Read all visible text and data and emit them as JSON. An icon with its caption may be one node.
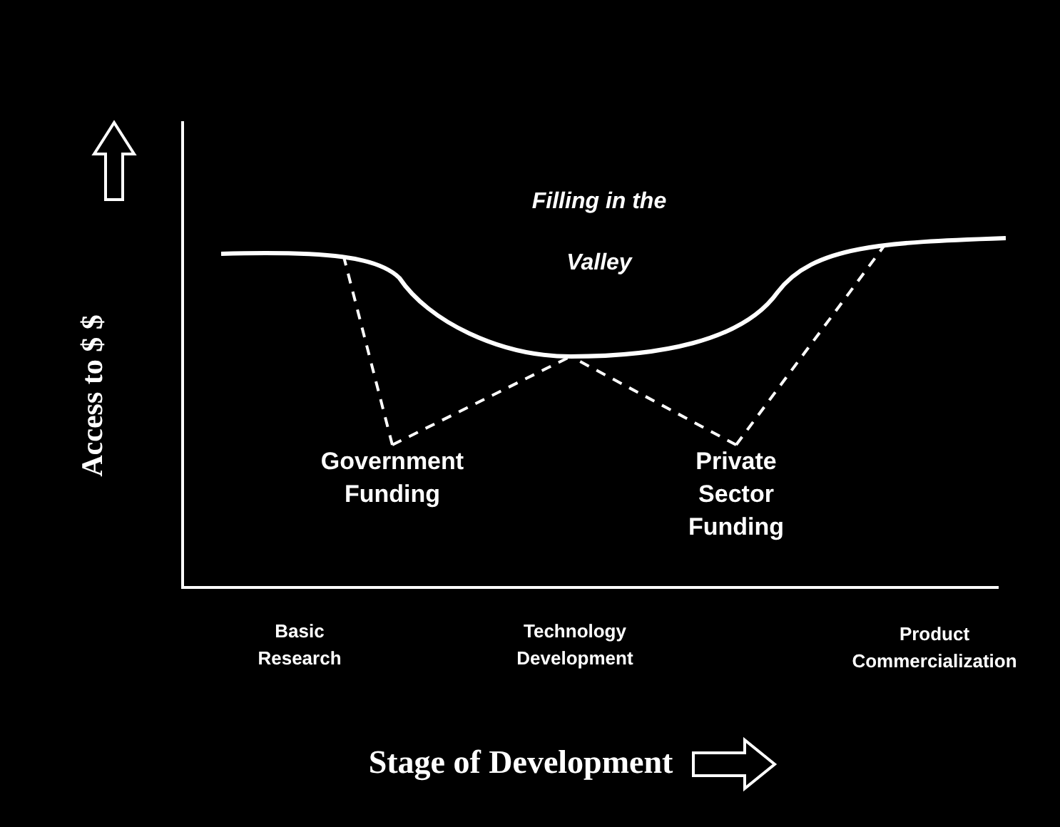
{
  "diagram": {
    "nodes": [
      {
        "text": [
          "Government Funding"
        ]
      },
      {
        "text": [
          "Private Sector Funding"
        ]
      },
      {
        "text": [],
        "shape": "curve"
      }
    ],
    "edges": [
      {
        "from": 0,
        "to": 2,
        "arrow": "none",
        "style": "dashed"
      },
      {
        "from": 0,
        "to": 2,
        "arrow": "none",
        "style": "dashed"
      },
      {
        "from": 1,
        "to": 2,
        "arrow": "none",
        "style": "dashed"
      },
      {
        "from": 1,
        "to": 2,
        "arrow": "none",
        "style": "dashed"
      }
    ],
    "labels": [
      "Filling in the Valley",
      "Access to $ $",
      "Basic Research",
      "Technology Development",
      "Product Commercialization",
      "Stage of Development"
    ]
  }
}
